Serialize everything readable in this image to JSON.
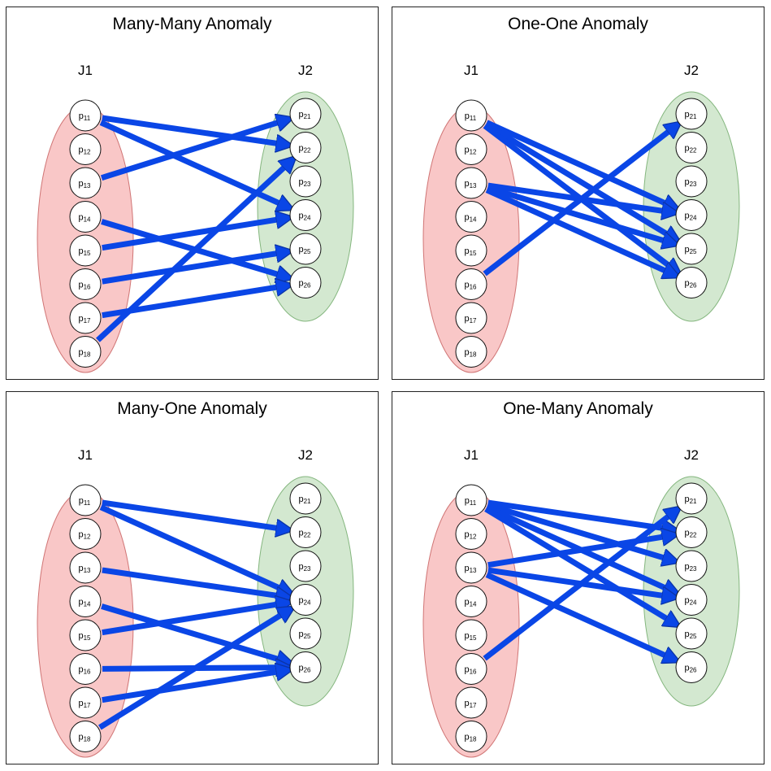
{
  "colors": {
    "panel_border": "#222222",
    "j1_fill": "#f9c7c7",
    "j1_stroke": "#d07575",
    "j2_fill": "#d3e8d0",
    "j2_stroke": "#84b67e",
    "node_fill": "#ffffff",
    "node_stroke": "#111111",
    "arrow": "#0a46e6",
    "arrow_stroke": "#0b34a8"
  },
  "panels": [
    {
      "title": "Many-Many Anomaly",
      "left_label": "J1",
      "right_label": "J2",
      "left_nodes": [
        {
          "base": "p",
          "sub": "11"
        },
        {
          "base": "p",
          "sub": "12"
        },
        {
          "base": "p",
          "sub": "13"
        },
        {
          "base": "p",
          "sub": "14"
        },
        {
          "base": "p",
          "sub": "15"
        },
        {
          "base": "p",
          "sub": "16"
        },
        {
          "base": "p",
          "sub": "17"
        },
        {
          "base": "p",
          "sub": "18"
        }
      ],
      "right_nodes": [
        {
          "base": "p",
          "sub": "21"
        },
        {
          "base": "p",
          "sub": "22"
        },
        {
          "base": "p",
          "sub": "23"
        },
        {
          "base": "p",
          "sub": "24"
        },
        {
          "base": "p",
          "sub": "25"
        },
        {
          "base": "p",
          "sub": "26"
        }
      ],
      "edges": [
        [
          "11",
          "22"
        ],
        [
          "11",
          "24"
        ],
        [
          "13",
          "21"
        ],
        [
          "14",
          "26"
        ],
        [
          "15",
          "24"
        ],
        [
          "16",
          "25"
        ],
        [
          "17",
          "26"
        ],
        [
          "18",
          "22"
        ]
      ]
    },
    {
      "title": "One-One Anomaly",
      "left_label": "J1",
      "right_label": "J2",
      "left_nodes": [
        {
          "base": "p",
          "sub": "11"
        },
        {
          "base": "p",
          "sub": "12"
        },
        {
          "base": "p",
          "sub": "13"
        },
        {
          "base": "p",
          "sub": "14"
        },
        {
          "base": "p",
          "sub": "15"
        },
        {
          "base": "p",
          "sub": "16"
        },
        {
          "base": "p",
          "sub": "17"
        },
        {
          "base": "p",
          "sub": "18"
        }
      ],
      "right_nodes": [
        {
          "base": "p",
          "sub": "21"
        },
        {
          "base": "p",
          "sub": "22"
        },
        {
          "base": "p",
          "sub": "23"
        },
        {
          "base": "p",
          "sub": "24"
        },
        {
          "base": "p",
          "sub": "25"
        },
        {
          "base": "p",
          "sub": "26"
        }
      ],
      "edges": [
        [
          "11",
          "24"
        ],
        [
          "11",
          "25"
        ],
        [
          "11",
          "26"
        ],
        [
          "13",
          "24"
        ],
        [
          "13",
          "25"
        ],
        [
          "13",
          "26"
        ],
        [
          "16",
          "21"
        ]
      ]
    },
    {
      "title": "Many-One Anomaly",
      "left_label": "J1",
      "right_label": "J2",
      "left_nodes": [
        {
          "base": "p",
          "sub": "11"
        },
        {
          "base": "p",
          "sub": "12"
        },
        {
          "base": "p",
          "sub": "13"
        },
        {
          "base": "p",
          "sub": "14"
        },
        {
          "base": "p",
          "sub": "15"
        },
        {
          "base": "p",
          "sub": "16"
        },
        {
          "base": "p",
          "sub": "17"
        },
        {
          "base": "p",
          "sub": "18"
        }
      ],
      "right_nodes": [
        {
          "base": "p",
          "sub": "21"
        },
        {
          "base": "p",
          "sub": "22"
        },
        {
          "base": "p",
          "sub": "23"
        },
        {
          "base": "p",
          "sub": "24"
        },
        {
          "base": "p",
          "sub": "25"
        },
        {
          "base": "p",
          "sub": "26"
        }
      ],
      "edges": [
        [
          "11",
          "22"
        ],
        [
          "11",
          "24"
        ],
        [
          "13",
          "24"
        ],
        [
          "14",
          "26"
        ],
        [
          "15",
          "24"
        ],
        [
          "16",
          "26"
        ],
        [
          "17",
          "26"
        ],
        [
          "18",
          "24"
        ]
      ]
    },
    {
      "title": "One-Many Anomaly",
      "left_label": "J1",
      "right_label": "J2",
      "left_nodes": [
        {
          "base": "p",
          "sub": "11"
        },
        {
          "base": "p",
          "sub": "12"
        },
        {
          "base": "p",
          "sub": "13"
        },
        {
          "base": "p",
          "sub": "14"
        },
        {
          "base": "p",
          "sub": "15"
        },
        {
          "base": "p",
          "sub": "16"
        },
        {
          "base": "p",
          "sub": "17"
        },
        {
          "base": "p",
          "sub": "18"
        }
      ],
      "right_nodes": [
        {
          "base": "p",
          "sub": "21"
        },
        {
          "base": "p",
          "sub": "22"
        },
        {
          "base": "p",
          "sub": "23"
        },
        {
          "base": "p",
          "sub": "24"
        },
        {
          "base": "p",
          "sub": "25"
        },
        {
          "base": "p",
          "sub": "26"
        }
      ],
      "edges": [
        [
          "11",
          "22"
        ],
        [
          "11",
          "23"
        ],
        [
          "11",
          "24"
        ],
        [
          "11",
          "25"
        ],
        [
          "13",
          "22"
        ],
        [
          "13",
          "24"
        ],
        [
          "13",
          "26"
        ],
        [
          "16",
          "21"
        ]
      ]
    }
  ]
}
